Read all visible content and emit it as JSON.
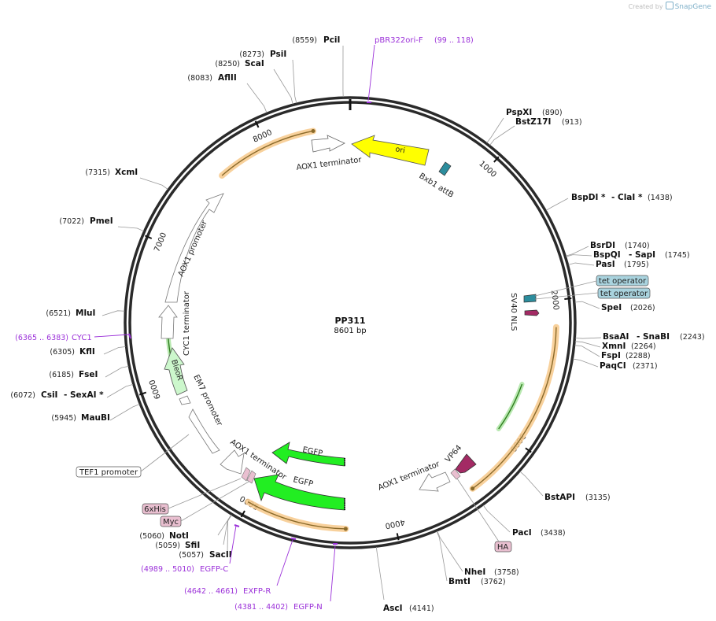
{
  "credit": {
    "prefix": "Created by",
    "brand": "SnapGene"
  },
  "plasmid": {
    "name": "PP311",
    "length_label": "8601 bp"
  },
  "ticks": [
    "1000",
    "2000",
    "3000",
    "4000",
    "5000",
    "6000",
    "7000",
    "8000"
  ],
  "enzymes": {
    "pcil": {
      "name": "PciI",
      "pos": "(8559)"
    },
    "psil": {
      "name": "PsiI",
      "pos": "(8273)"
    },
    "scal": {
      "name": "ScaI",
      "pos": "(8250)"
    },
    "aflii": {
      "name": "AflII",
      "pos": "(8083)"
    },
    "xcmi": {
      "name": "XcmI",
      "pos": "(7315)"
    },
    "pmei": {
      "name": "PmeI",
      "pos": "(7022)"
    },
    "mlui": {
      "name": "MluI",
      "pos": "(6521)"
    },
    "kfli": {
      "name": "KflI",
      "pos": "(6305)"
    },
    "fsei": {
      "name": "FseI",
      "pos": "(6185)"
    },
    "csii": {
      "name": "CsiI",
      "sep": "-",
      "name2": "SexAI *",
      "pos": "(6072)"
    },
    "maubi": {
      "name": "MauBI",
      "pos": "(5945)"
    },
    "noti": {
      "name": "NotI",
      "pos": "(5060)"
    },
    "sfii": {
      "name": "SfiI",
      "pos": "(5059)"
    },
    "sacii": {
      "name": "SacII",
      "pos": "(5057)"
    },
    "pspxi": {
      "name": "PspXI",
      "pos": "(890)"
    },
    "bstz17i": {
      "name": "BstZ17I",
      "pos": "(913)"
    },
    "bspdi": {
      "name": "BspDI *",
      "sep": "-",
      "name2": "ClaI *",
      "pos": "(1438)"
    },
    "bsrdi": {
      "name": "BsrDI",
      "pos": "(1740)"
    },
    "bspqi": {
      "name": "BspQI",
      "sep": "-",
      "name2": "SapI",
      "pos": "(1745)"
    },
    "pasi": {
      "name": "PasI",
      "pos": "(1795)"
    },
    "spei": {
      "name": "SpeI",
      "pos": "(2026)"
    },
    "bsaai": {
      "name": "BsaAI",
      "sep": "-",
      "name2": "SnaBI",
      "pos": "(2243)"
    },
    "xmni": {
      "name": "XmnI",
      "pos": "(2264)"
    },
    "fspi": {
      "name": "FspI",
      "pos": "(2288)"
    },
    "paqci": {
      "name": "PaqCI",
      "pos": "(2371)"
    },
    "bstapi": {
      "name": "BstAPI",
      "pos": "(3135)"
    },
    "paci": {
      "name": "PacI",
      "pos": "(3438)"
    },
    "nhei": {
      "name": "NheI",
      "pos": "(3758)"
    },
    "bmti": {
      "name": "BmtI",
      "pos": "(3762)"
    },
    "asci": {
      "name": "AscI",
      "pos": "(4141)"
    }
  },
  "primers": {
    "pbr322": {
      "name": "pBR322ori-F",
      "pos": "(99 .. 118)"
    },
    "cyc1": {
      "name": "CYC1",
      "pos": "(6365 .. 6383)"
    },
    "egfpc": {
      "name": "EGFP-C",
      "pos": "(4989 .. 5010)"
    },
    "exfpr": {
      "name": "EXFP-R",
      "pos": "(4642 .. 4661)"
    },
    "egfpn": {
      "name": "EGFP-N",
      "pos": "(4381 .. 4402)"
    }
  },
  "features": {
    "ori": "ori",
    "aox1_term_top": "AOX1 terminator",
    "bxb1": "Bxb1 attB",
    "aox1_prom": "AOX1 promoter",
    "cyc1_term": "CYC1 terminator",
    "bleor": "BleoR",
    "em7": "EM7 promoter",
    "aox1_term_left": "AOX1 terminator",
    "egfp1": "EGFP",
    "egfp2": "EGFP",
    "vp64": "VP64",
    "aox1_term_right": "AOX1 terminator",
    "sv40": "SV40 NLS"
  },
  "boxed": {
    "tet1": "tet operator",
    "tet2": "tet operator",
    "tef1": "TEF1 promoter",
    "his": "6xHis",
    "myc": "Myc",
    "ha": "HA"
  },
  "colors": {
    "ori": "#ffff00",
    "egfp": "#22ee22",
    "bleor": "#ccf7cc",
    "orf_highlight": "#f7c98b",
    "orf_line": "#8a6a2a",
    "vp64": "#a32a64",
    "bxb1": "#2c8d9d",
    "tag_fill": "#e9bfd0",
    "tet_fill": "#a9d3de",
    "primer": "#9b30d9"
  }
}
